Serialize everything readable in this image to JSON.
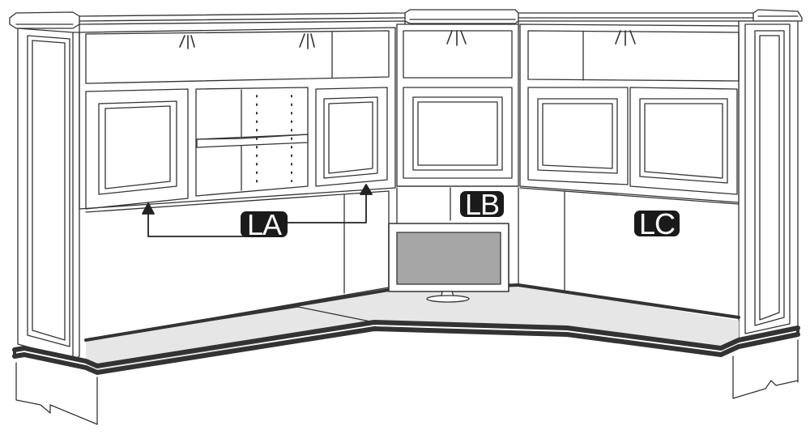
{
  "figure": {
    "subject": "corner-desk-hutch-unit",
    "line_color": "#333333",
    "countertop_fill": "#e6e6e6",
    "monitor_screen_fill": "#a6a6a6",
    "label_background": "#1a1a1a",
    "label_text_color": "#ffffff"
  },
  "labels": {
    "la": "LA",
    "lb": "LB",
    "lc": "LC"
  }
}
